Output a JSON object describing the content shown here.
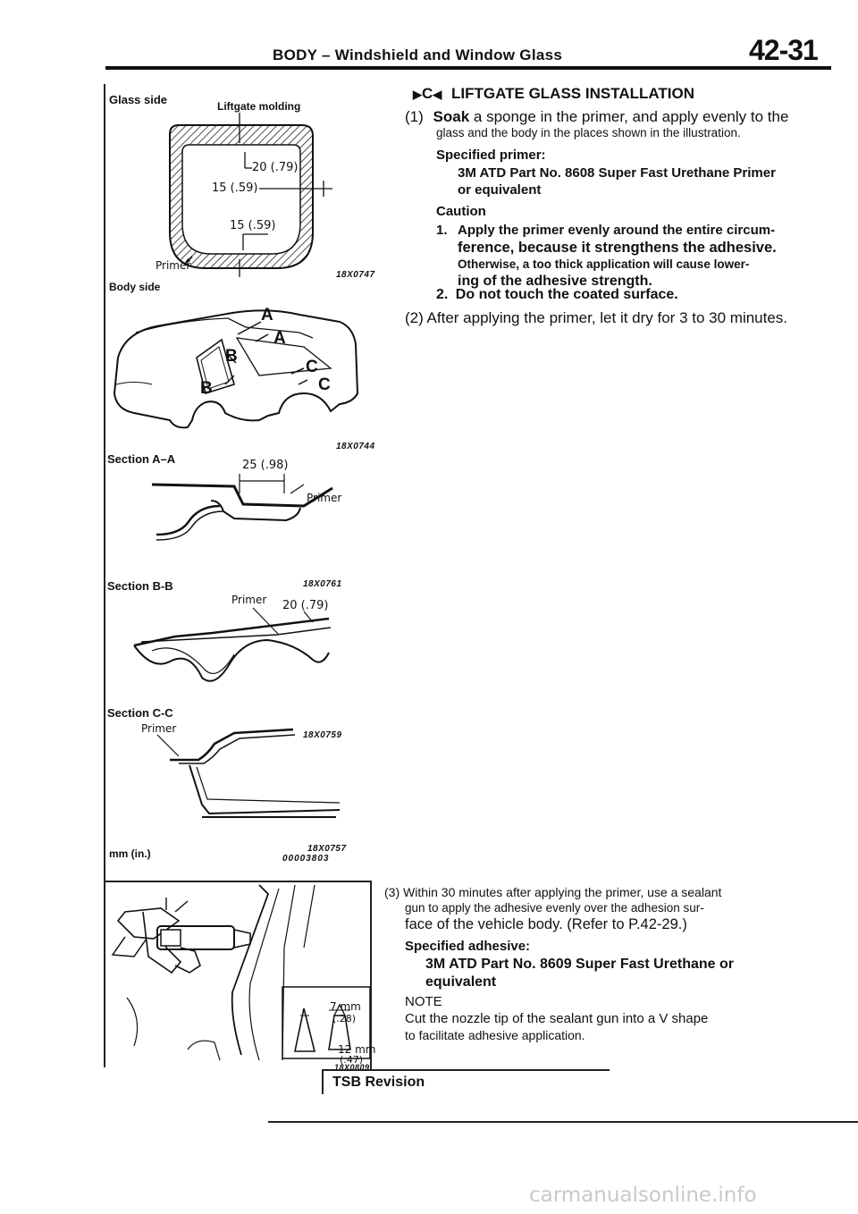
{
  "header": {
    "title": "BODY – Windshield and Window Glass",
    "page_number": "42-31"
  },
  "figure1": {
    "glass_side": "Glass side",
    "molding": "Liftgate molding",
    "dim1": "20 (.79)",
    "dim2": "15 (.59)",
    "dim3": "15 (.59)",
    "primer": "Primer",
    "body_side": "Body side",
    "code": "18X0747"
  },
  "figure2": {
    "a1": "A",
    "a2": "A",
    "b1": "B",
    "b2": "B",
    "c1": "C",
    "c2": "C",
    "code": "18X0744"
  },
  "section_aa": {
    "label": "Section A–A",
    "dim": "25 (.98)",
    "primer": "Primer",
    "code": "18X0761"
  },
  "section_bb": {
    "label": "Section B-B",
    "primer": "Primer",
    "dim": "20 (.79)",
    "code": "18X0759"
  },
  "section_cc": {
    "label": "Section C-C",
    "primer": "Primer",
    "code": "18X0757"
  },
  "units": {
    "label": "mm (in.)",
    "code": "00003803"
  },
  "figure3": {
    "dim1": "7 mm",
    "dim1_in": "(.28)",
    "dim2": "12 mm",
    "dim2_in": "(.47)",
    "code": "18X0809"
  },
  "section": {
    "marker": "C",
    "title": "LIFTGATE GLASS INSTALLATION"
  },
  "step1": {
    "num": "(1)",
    "verb": "Soak",
    "text1": "a sponge in the primer, and apply evenly to the",
    "text2": "glass and the body in the places shown in the illustration.",
    "spec_label": "Specified primer:",
    "spec_line1": "3M ATD Part No. 8608 Super Fast Urethane Primer",
    "spec_line2": "or equivalent"
  },
  "caution": {
    "title": "Caution",
    "item1_num": "1.",
    "item1_l1": "Apply the primer evenly around the entire circum-",
    "item1_l2": "ference, because it strengthens the adhesive.",
    "item1_l3": "Otherwise, a too thick application will cause lower-",
    "item1_l4": "ing of the adhesive strength.",
    "item2_num": "2.",
    "item2": "Do not touch the coated surface."
  },
  "step2": {
    "text": "(2) After applying the primer, let it dry for 3 to 30 minutes."
  },
  "step3": {
    "l1": "(3) Within 30 minutes after applying the primer, use a sealant",
    "l2": "gun to apply the adhesive evenly over the adhesion sur-",
    "l3": "face of the vehicle body. (Refer to P.42-29.)",
    "spec_label": "Specified adhesive:",
    "spec_line1": "3M ATD Part No. 8609 Super Fast Urethane or",
    "spec_line2": "equivalent"
  },
  "note": {
    "title": "NOTE",
    "l1": "Cut the nozzle tip of the sealant gun into a V shape",
    "l2": "to facilitate adhesive application."
  },
  "footer": {
    "tsb": "TSB Revision"
  },
  "watermark": "carmanualsonline.info"
}
